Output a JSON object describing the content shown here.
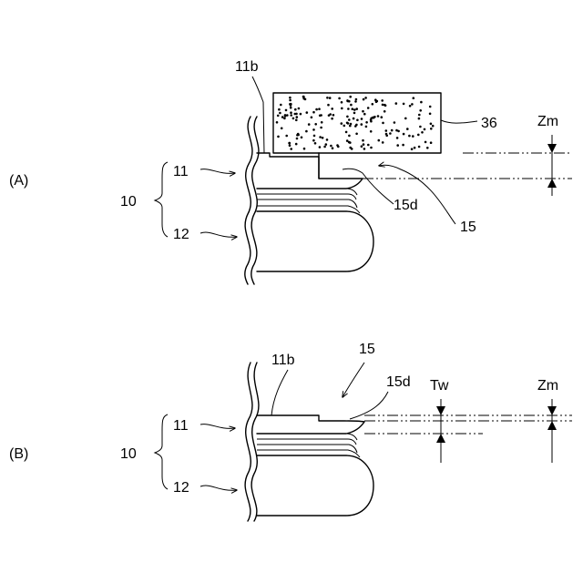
{
  "panel_a": {
    "label": "(A)",
    "wafer_ref": "10",
    "layer_top_ref": "11",
    "layer_bottom_ref": "12",
    "surface_ref": "11b",
    "tool_ref": "36",
    "edge_ref": "15",
    "edge_face_ref": "15d",
    "dim_ref": "Zm"
  },
  "panel_b": {
    "label": "(B)",
    "wafer_ref": "10",
    "layer_top_ref": "11",
    "layer_bottom_ref": "12",
    "surface_ref": "11b",
    "edge_ref": "15",
    "edge_face_ref": "15d",
    "dim_tw_ref": "Tw",
    "dim_zm_ref": "Zm"
  }
}
